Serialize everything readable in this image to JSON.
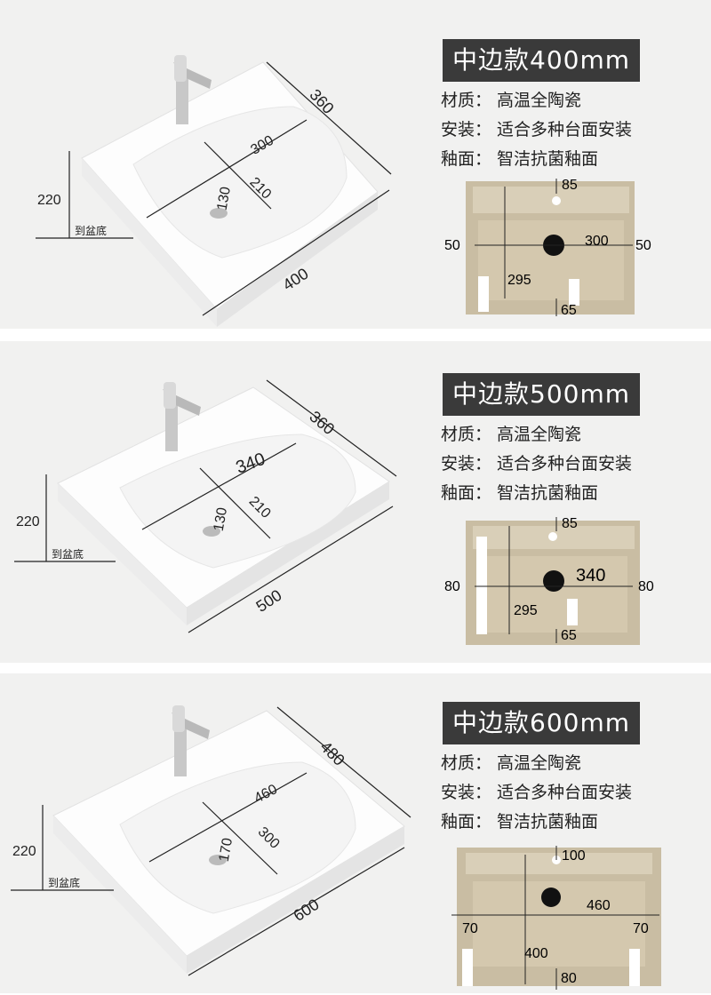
{
  "variants": [
    {
      "title": "中边款400mm",
      "specs": [
        {
          "key": "材质：",
          "value": "高温全陶瓷"
        },
        {
          "key": "安装：",
          "value": "适合多种台面安装"
        },
        {
          "key": "釉面：",
          "value": "智洁抗菌釉面"
        }
      ],
      "basin": {
        "width": "400",
        "depth": "360",
        "bowl_w": "300",
        "bowl_d": "210",
        "bowl_h": "130",
        "height": "220",
        "to_bottom": "到盆底"
      },
      "bottom": {
        "top": "85",
        "left": "50",
        "right": "50",
        "inner_w": "300",
        "inner_d": "295",
        "bottom": "65"
      }
    },
    {
      "title": "中边款500mm",
      "specs": [
        {
          "key": "材质：",
          "value": "高温全陶瓷"
        },
        {
          "key": "安装：",
          "value": "适合多种台面安装"
        },
        {
          "key": "釉面：",
          "value": "智洁抗菌釉面"
        }
      ],
      "basin": {
        "width": "500",
        "depth": "360",
        "bowl_w": "340",
        "bowl_d": "210",
        "bowl_h": "130",
        "height": "220",
        "to_bottom": "到盆底"
      },
      "bottom": {
        "top": "85",
        "left": "80",
        "right": "80",
        "inner_w": "340",
        "inner_d": "295",
        "bottom": "65"
      }
    },
    {
      "title": "中边款600mm",
      "specs": [
        {
          "key": "材质：",
          "value": "高温全陶瓷"
        },
        {
          "key": "安装：",
          "value": "适合多种台面安装"
        },
        {
          "key": "釉面：",
          "value": "智洁抗菌釉面"
        }
      ],
      "basin": {
        "width": "600",
        "depth": "480",
        "bowl_w": "460",
        "bowl_d": "300",
        "bowl_h": "170",
        "height": "220",
        "to_bottom": "到盆底"
      },
      "bottom": {
        "top": "100",
        "left": "70",
        "right": "70",
        "inner_w": "460",
        "inner_d": "400",
        "bottom": "80"
      }
    }
  ],
  "colors": {
    "panel_bg": "#f1f1f0",
    "title_bg": "#3a3a3a",
    "ceramic": "#ffffff",
    "underside": "#cbbfa6"
  }
}
